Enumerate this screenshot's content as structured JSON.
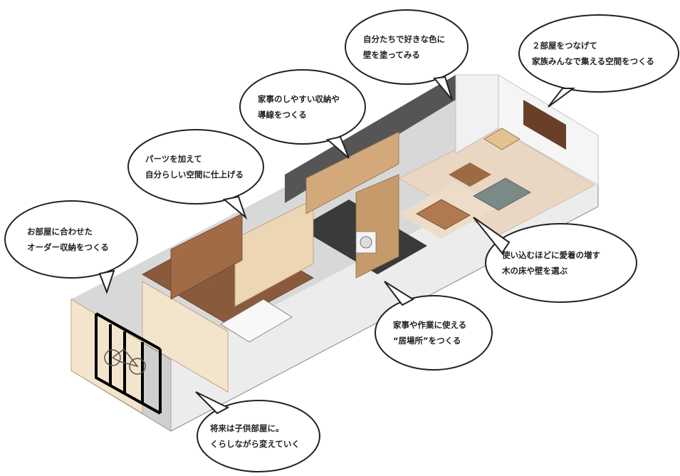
{
  "colors": {
    "floor_wood_dark": "#8a5a3c",
    "floor_wood_light": "#e9d7c3",
    "wall_light": "#f3e4cc",
    "wall_concrete": "#555555",
    "shelf_wood": "#d3a97c",
    "bubble_stroke": "#222222"
  },
  "callouts": [
    {
      "id": "paint",
      "lines": [
        "自分たちで好きな色に",
        "壁を塗ってみる"
      ]
    },
    {
      "id": "connect",
      "lines": [
        "２部屋をつなげて",
        "家族みんなで集える空間をつくる"
      ]
    },
    {
      "id": "storage",
      "lines": [
        "家事のしやすい収納や",
        "導線をつくる"
      ]
    },
    {
      "id": "parts",
      "lines": [
        "パーツを加えて",
        "自分らしい空間に仕上げる"
      ]
    },
    {
      "id": "order",
      "lines": [
        "お部屋に合わせた",
        "オーダー収納をつくる"
      ]
    },
    {
      "id": "floor",
      "lines": [
        "使い込むほどに愛着の増す",
        "木の床や壁を選ぶ"
      ]
    },
    {
      "id": "ibasho",
      "lines": [
        "家事や作業に使える",
        "“居場所”をつくる"
      ]
    },
    {
      "id": "future",
      "lines": [
        "将来は子供部屋に。",
        "くらしながら変えていく"
      ]
    }
  ]
}
